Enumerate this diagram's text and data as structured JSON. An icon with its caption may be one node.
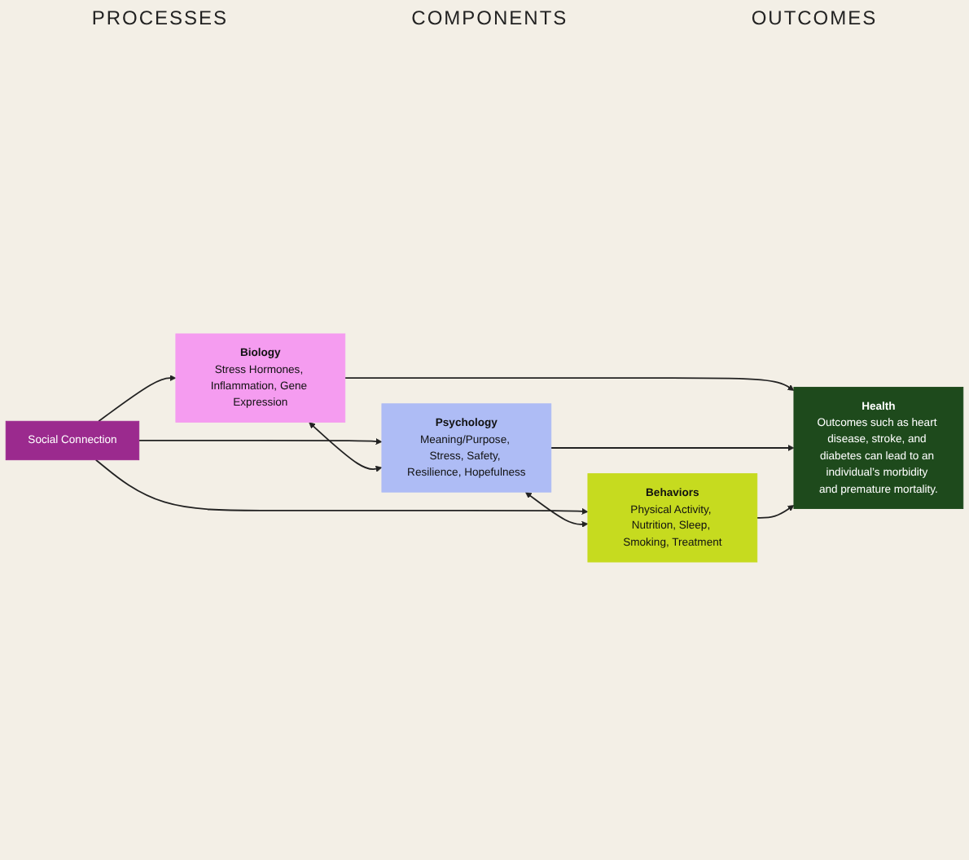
{
  "diagram": {
    "nodes": [
      {
        "text": [
          "Social Connection"
        ]
      },
      {
        "text": [
          "Biology",
          "Stress Hormones, Inflammation, Gene Expression"
        ]
      },
      {
        "text": [
          "Psychology",
          "Meaning/Purpose, Stress, Safety, Resilience, Hopefulness"
        ]
      },
      {
        "text": [
          "Behaviors",
          "Physical Activity, Nutrition, Sleep, Smoking, Treatment"
        ]
      },
      {
        "text": [
          "Health",
          "Outcomes such as heart disease, stroke, and diabetes can lead to an individual’s morbidity and premature mortality."
        ]
      }
    ],
    "edges": [
      {
        "from": 0,
        "to": 1,
        "arrow": "to"
      },
      {
        "from": 0,
        "to": 2,
        "arrow": "to"
      },
      {
        "from": 0,
        "to": 3,
        "arrow": "to"
      },
      {
        "from": 1,
        "to": 2,
        "arrow": "both"
      },
      {
        "from": 2,
        "to": 3,
        "arrow": "both"
      },
      {
        "from": 1,
        "to": 4,
        "arrow": "to"
      },
      {
        "from": 2,
        "to": 4,
        "arrow": "to"
      },
      {
        "from": 3,
        "to": 4,
        "arrow": "to"
      }
    ],
    "labels": [
      "PROCESSES",
      "COMPONENTS",
      "OUTCOMES"
    ]
  }
}
